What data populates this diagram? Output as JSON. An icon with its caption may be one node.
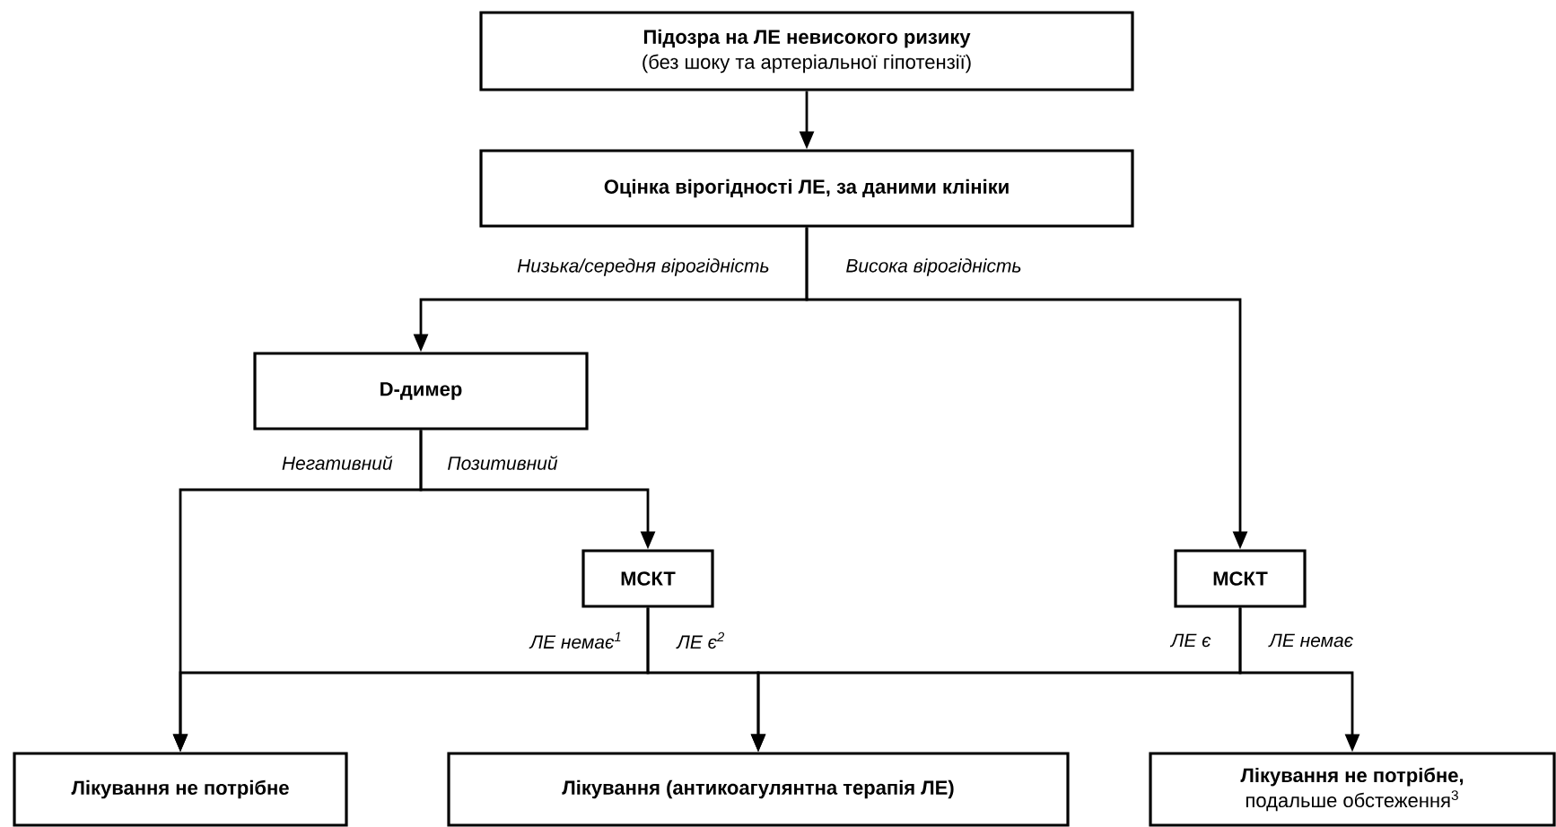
{
  "diagram": {
    "nodes": [
      {
        "text": [
          "Підозра на ЛЕ невисокого ризику",
          "(без шоку та артеріальної гіпотензії)"
        ]
      },
      {
        "text": [
          "Оцінка вірогідності ЛЕ, за даними клініки"
        ]
      },
      {
        "text": [
          "D-димер"
        ]
      },
      {
        "text": [
          "МСКТ"
        ]
      },
      {
        "text": [
          "МСКТ"
        ]
      },
      {
        "text": [
          "Лікування не потрібне"
        ]
      },
      {
        "text": [
          "Лікування (антикоагулянтна терапія ЛЕ)"
        ]
      },
      {
        "text": [
          "Лікування не потрібне,",
          "подальше обстеження$^{3}$"
        ]
      }
    ],
    "edges": [
      {
        "from": 0,
        "to": 1,
        "arrow": "to"
      },
      {
        "from": 1,
        "to": 2,
        "arrow": "to",
        "label": "Низька/середня вірогідність"
      },
      {
        "from": 1,
        "to": 4,
        "arrow": "to",
        "label": "Висока вірогідність"
      },
      {
        "from": 2,
        "to": 5,
        "arrow": "to",
        "label": "Негативний"
      },
      {
        "from": 2,
        "to": 3,
        "arrow": "to",
        "label": "Позитивний"
      },
      {
        "from": 3,
        "to": 5,
        "arrow": "to",
        "label": "ЛЕ немає$^{1}$"
      },
      {
        "from": 3,
        "to": 6,
        "arrow": "to",
        "label": "ЛЕ є$^{2}$"
      },
      {
        "from": 4,
        "to": 6,
        "arrow": "to",
        "label": "ЛЕ є"
      },
      {
        "from": 4,
        "to": 7,
        "arrow": "to",
        "label": "ЛЕ немає"
      }
    ]
  }
}
